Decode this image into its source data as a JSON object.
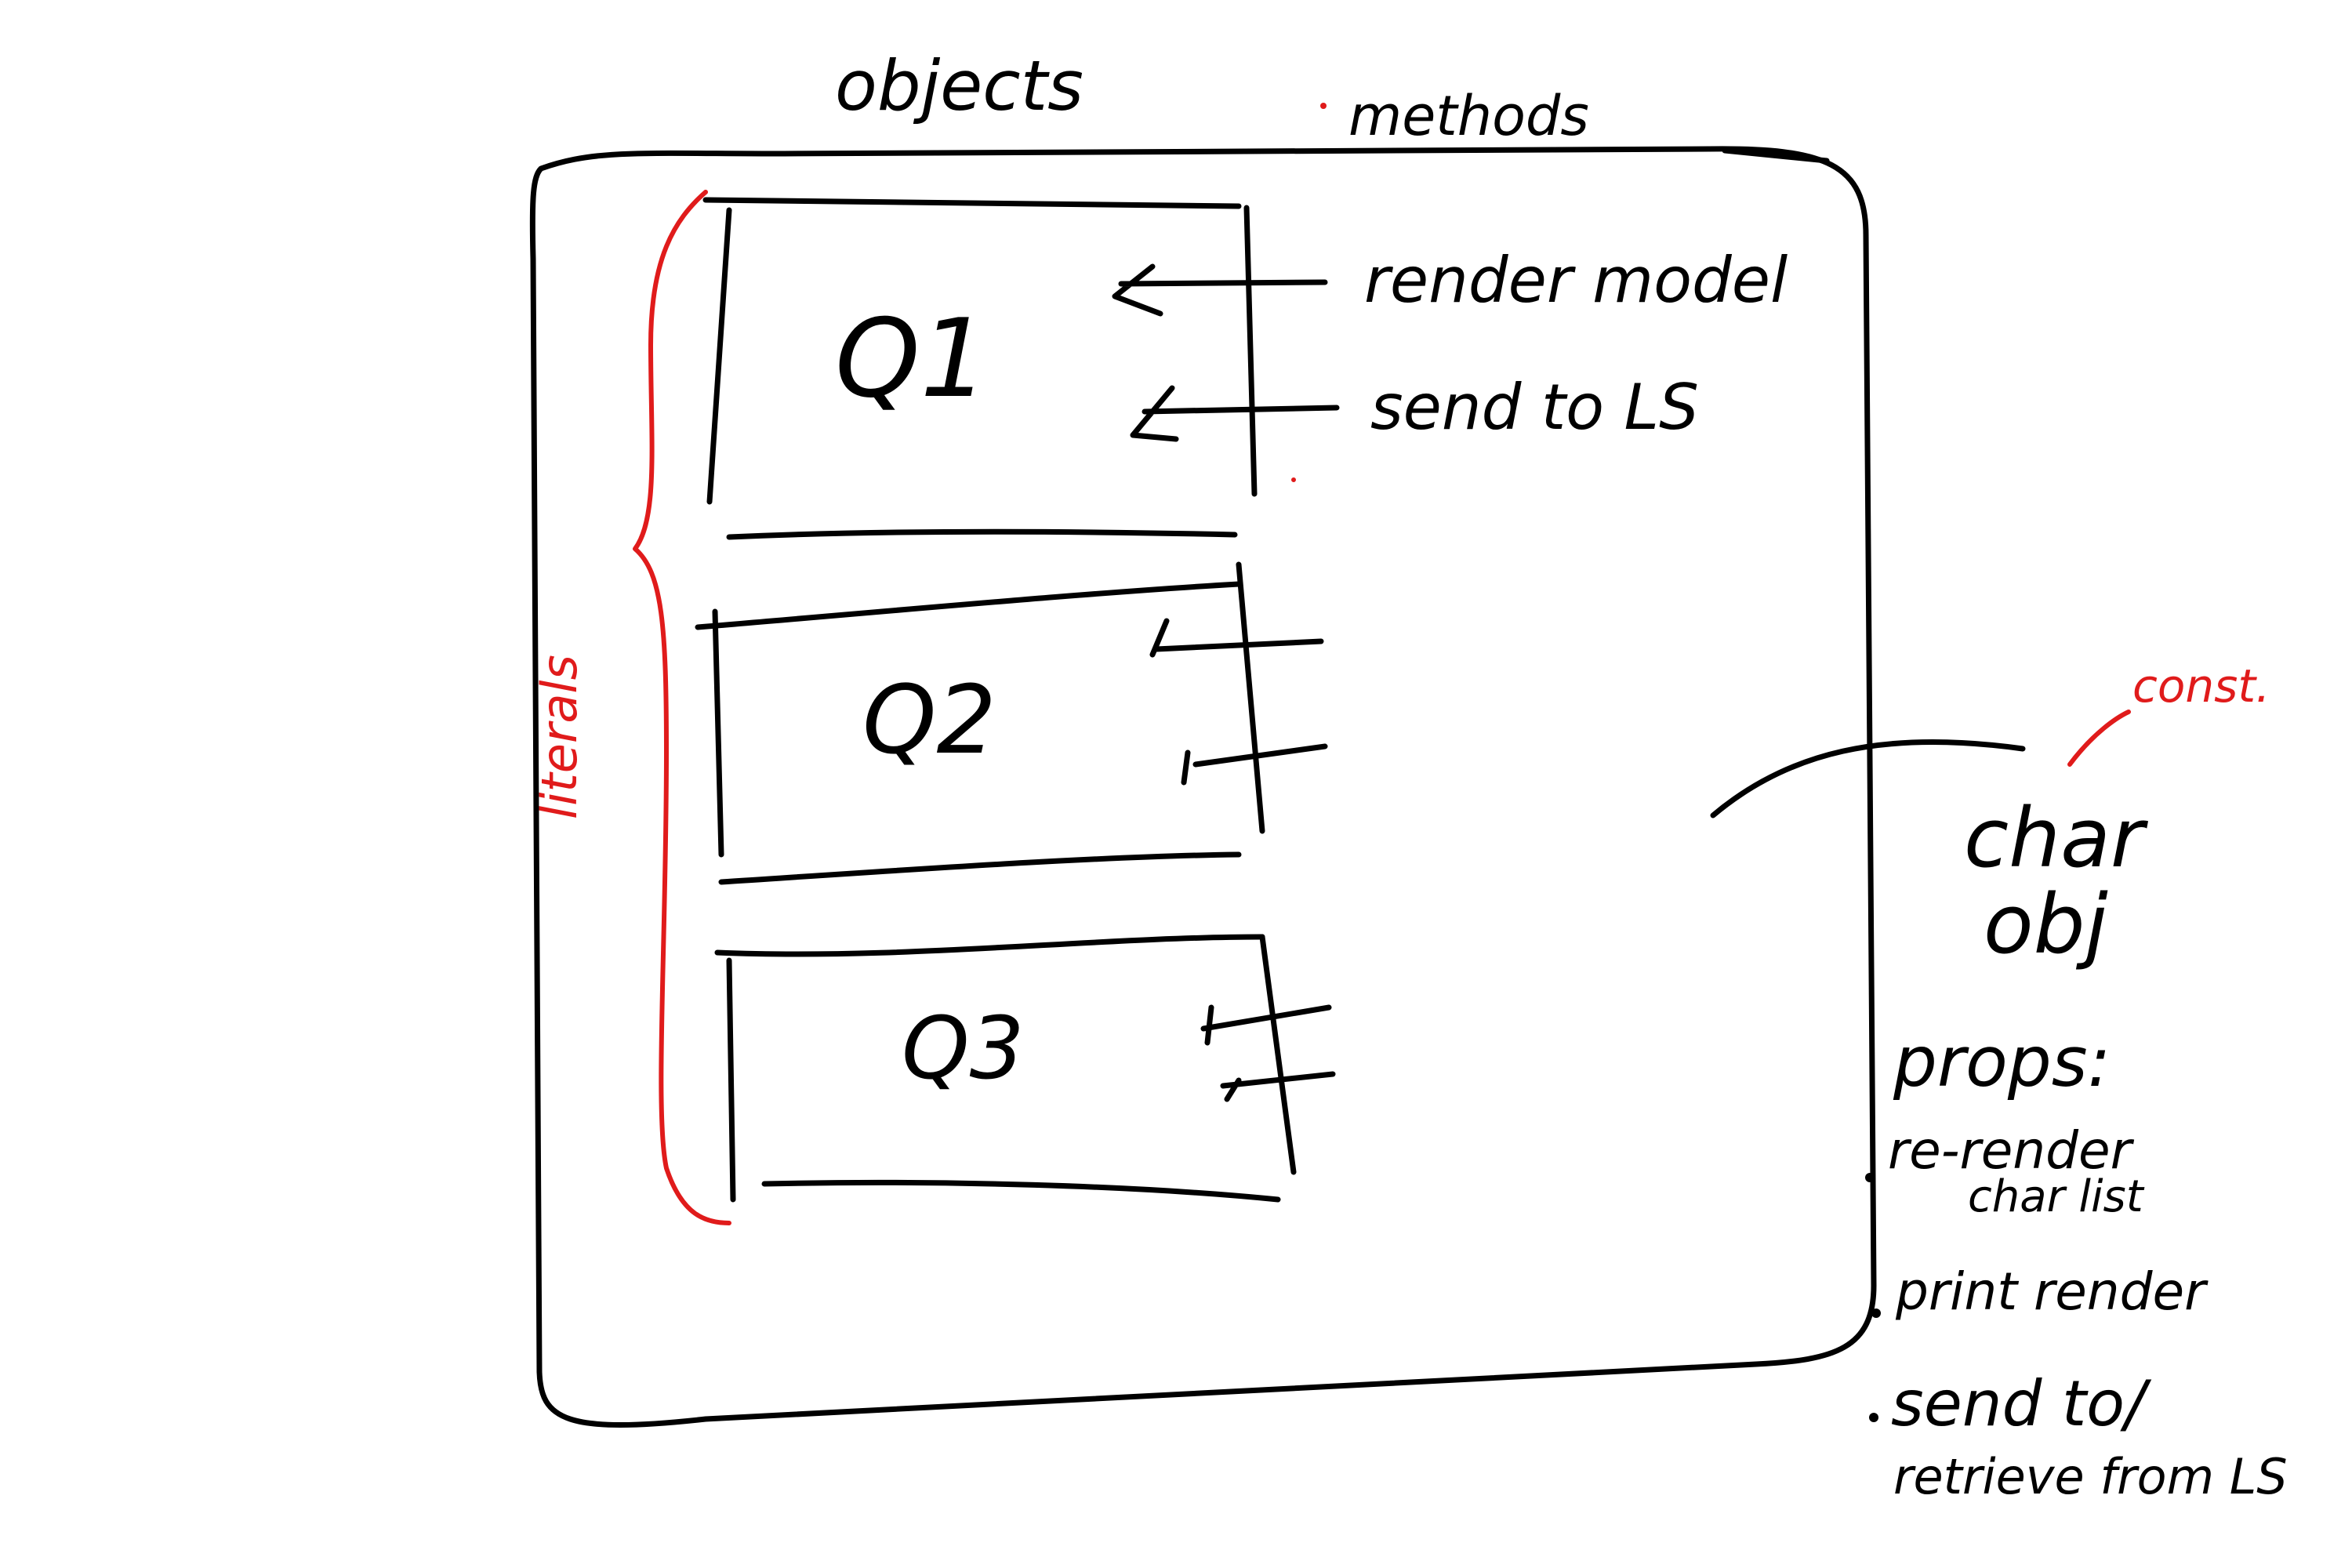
{
  "labels": {
    "objects": "objects",
    "methods": "methods",
    "iterator": "literals"
  },
  "boxes": [
    {
      "name": "Q1",
      "label": "Q1",
      "methods": [
        "render model",
        "send to LS"
      ]
    },
    {
      "name": "Q2",
      "label": "Q2",
      "methods": [
        "",
        ""
      ]
    },
    {
      "name": "Q3",
      "label": "Q3",
      "methods": [
        "",
        ""
      ]
    }
  ],
  "char_obj": {
    "title_line1": "char",
    "title_line2": "obj",
    "const_label": "const.",
    "props_heading": "props:",
    "props": [
      {
        "line1": "re-render",
        "line2": "char list"
      },
      {
        "line1": "print render",
        "line2": ""
      },
      {
        "line1": "send to/",
        "line2": "retrieve from LS"
      }
    ]
  },
  "colors": {
    "ink": "#000000",
    "annotation": "#e01b1b",
    "background": "#ffffff"
  }
}
